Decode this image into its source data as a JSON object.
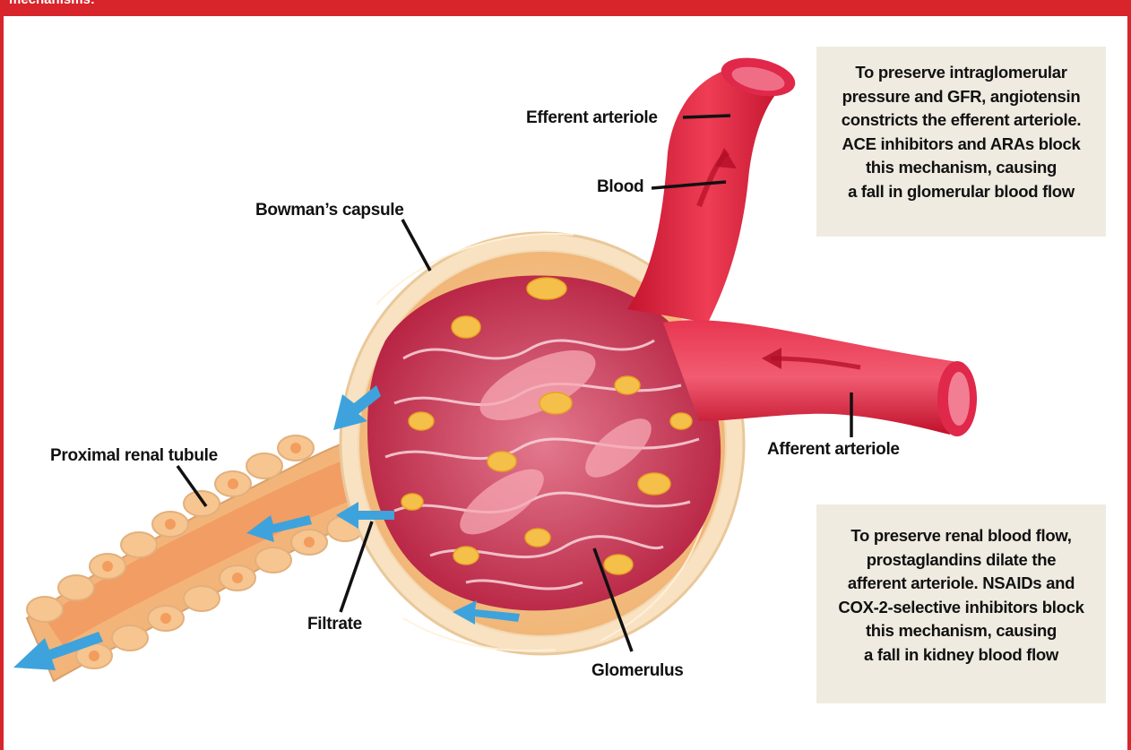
{
  "header": {
    "text": "mechanisms:"
  },
  "labels": {
    "efferent_arteriole": "Efferent arteriole",
    "blood": "Blood",
    "bowmans_capsule": "Bowman’s capsule",
    "afferent_arteriole": "Afferent arteriole",
    "proximal_renal_tubule": "Proximal renal tubule",
    "filtrate": "Filtrate",
    "glomerulus": "Glomerulus"
  },
  "notes": {
    "efferent": {
      "lines": [
        "To preserve intraglomerular",
        "pressure and GFR, angiotensin",
        "constricts the efferent arteriole.",
        "ACE inhibitors and ARAs block",
        "this mechanism, causing",
        "a fall in glomerular blood flow"
      ]
    },
    "afferent": {
      "lines": [
        "To preserve renal blood flow,",
        "prostaglandins dilate the",
        "afferent arteriole. NSAIDs and",
        "COX-2-selective inhibitors block",
        "this mechanism, causing",
        "a fall in kidney blood flow"
      ]
    }
  },
  "colors": {
    "frame_red": "#d7252b",
    "vessel_red": "#d81e3a",
    "capsule_tan": "#f4c48e",
    "filtrate_arrow_blue": "#3ea3dc",
    "note_bg": "#efebe1"
  }
}
